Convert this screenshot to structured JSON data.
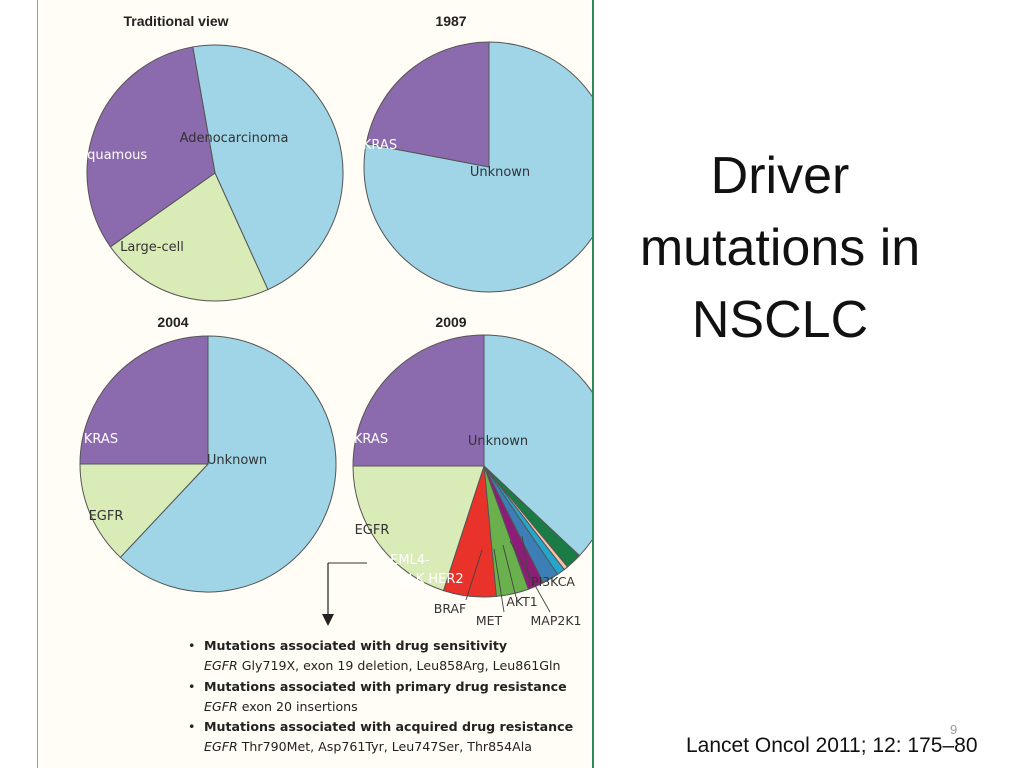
{
  "slide": {
    "title_lines": [
      "Driver",
      "mutations in",
      "NSCLC"
    ],
    "citation": "Lancet Oncol 2011; 12: 175–80",
    "slide_number": "9"
  },
  "colors": {
    "blue": "#9fd5e7",
    "purple": "#8b6aad",
    "green_light": "#d9ebb7",
    "red": "#e8322a",
    "green": "#6ab04c",
    "magenta": "#8e1d78",
    "blue_dark": "#3c7fb6",
    "teal": "#22a6cd",
    "peach": "#f4c3a8",
    "green_dark": "#1b7b45",
    "outline": "#555555"
  },
  "chart_data": [
    {
      "type": "pie",
      "title": "Traditional view",
      "start_angle_deg": -100,
      "slices": [
        {
          "label": "Adenocarcinoma",
          "value": 46,
          "color": "blue"
        },
        {
          "label": "Large-cell",
          "value": 22,
          "color": "green_light"
        },
        {
          "label": "Squamous",
          "value": 32,
          "color": "purple"
        }
      ]
    },
    {
      "type": "pie",
      "title": "1987",
      "start_angle_deg": -90,
      "slices": [
        {
          "label": "Unknown",
          "value": 78,
          "color": "blue"
        },
        {
          "label": "KRAS",
          "value": 22,
          "color": "purple"
        }
      ]
    },
    {
      "type": "pie",
      "title": "2004",
      "start_angle_deg": -90,
      "slices": [
        {
          "label": "Unknown",
          "value": 62,
          "color": "blue"
        },
        {
          "label": "EGFR",
          "value": 13,
          "color": "green_light"
        },
        {
          "label": "KRAS",
          "value": 25,
          "color": "purple"
        }
      ]
    },
    {
      "type": "pie",
      "title": "2009",
      "start_angle_deg": -90,
      "slices": [
        {
          "label": "Unknown",
          "value": 37,
          "color": "blue"
        },
        {
          "label": "PI3KCA",
          "value": 2,
          "color": "green_dark"
        },
        {
          "label": "MAP2K1",
          "value": 0.5,
          "color": "peach"
        },
        {
          "label": "AKT1",
          "value": 1,
          "color": "teal"
        },
        {
          "label": "MET",
          "value": 2,
          "color": "blue_dark"
        },
        {
          "label": "BRAF",
          "value": 2,
          "color": "magenta"
        },
        {
          "label": "HER2",
          "value": 4,
          "color": "green"
        },
        {
          "label": "EML4-ALK",
          "value": 6.5,
          "color": "red"
        },
        {
          "label": "EGFR",
          "value": 20,
          "color": "green_light"
        },
        {
          "label": "KRAS",
          "value": 25,
          "color": "purple"
        }
      ]
    }
  ],
  "notes": [
    {
      "heading": "Mutations associated with drug sensitivity",
      "gene": "EGFR",
      "detail": "Gly719X, exon 19 deletion, Leu858Arg, Leu861Gln"
    },
    {
      "heading": "Mutations associated with primary drug resistance",
      "gene": "EGFR",
      "detail": "exon 20 insertions"
    },
    {
      "heading": "Mutations associated with acquired drug resistance",
      "gene": "EGFR",
      "detail": "Thr790Met, Asp761Tyr, Leu747Ser, Thr854Ala"
    }
  ]
}
